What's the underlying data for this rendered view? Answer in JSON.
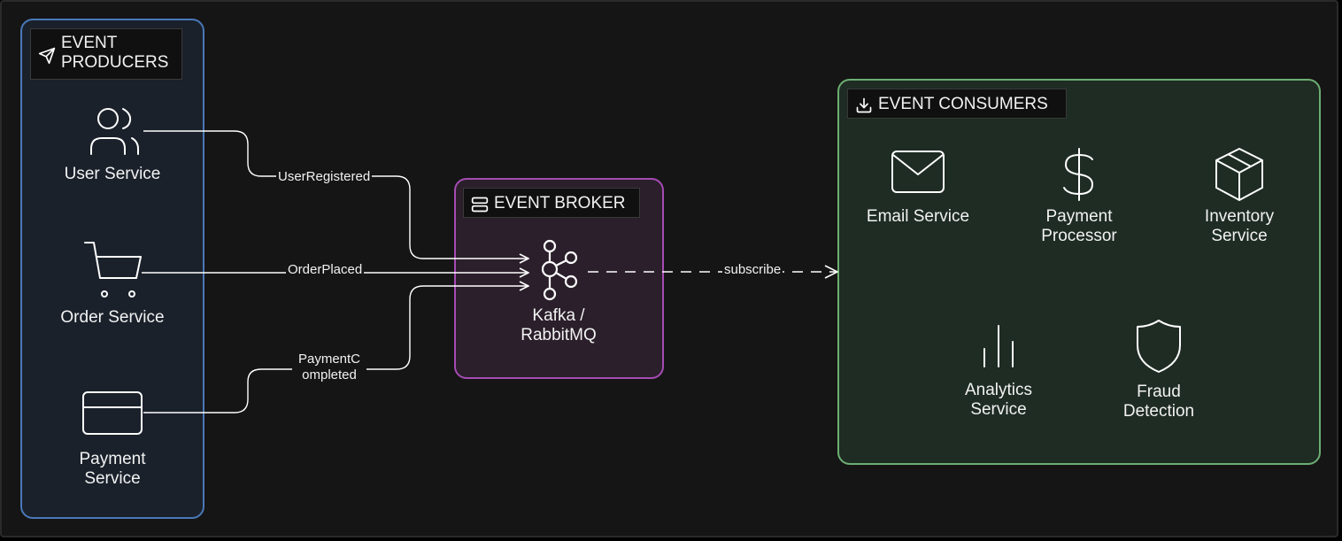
{
  "producers": {
    "header": "EVENT PRODUCERS",
    "items": [
      {
        "label": "User Service",
        "icon": "users-icon"
      },
      {
        "label": "Order Service",
        "icon": "cart-icon"
      },
      {
        "label": "Payment Service",
        "icon": "credit-card-icon"
      }
    ]
  },
  "broker": {
    "header": "EVENT BROKER",
    "icon": "kafka-icon",
    "label": "Kafka / RabbitMQ"
  },
  "consumers": {
    "header": "EVENT CONSUMERS",
    "items": [
      {
        "label": "Email Service",
        "icon": "mail-icon"
      },
      {
        "label": "Payment Processor",
        "icon": "dollar-icon"
      },
      {
        "label": "Inventory Service",
        "icon": "box-icon"
      },
      {
        "label": "Analytics Service",
        "icon": "bar-chart-icon"
      },
      {
        "label": "Fraud Detection",
        "icon": "shield-icon"
      }
    ]
  },
  "edges": {
    "user_registered": "UserRegistered",
    "order_placed": "OrderPlaced",
    "payment_completed_1": "PaymentC",
    "payment_completed_2": "ompleted",
    "subscribe": "subscribe"
  },
  "colors": {
    "producers_border": "#4a79b8",
    "broker_border": "#a54bb3",
    "consumers_border": "#6cae72",
    "line": "#ffffff"
  }
}
